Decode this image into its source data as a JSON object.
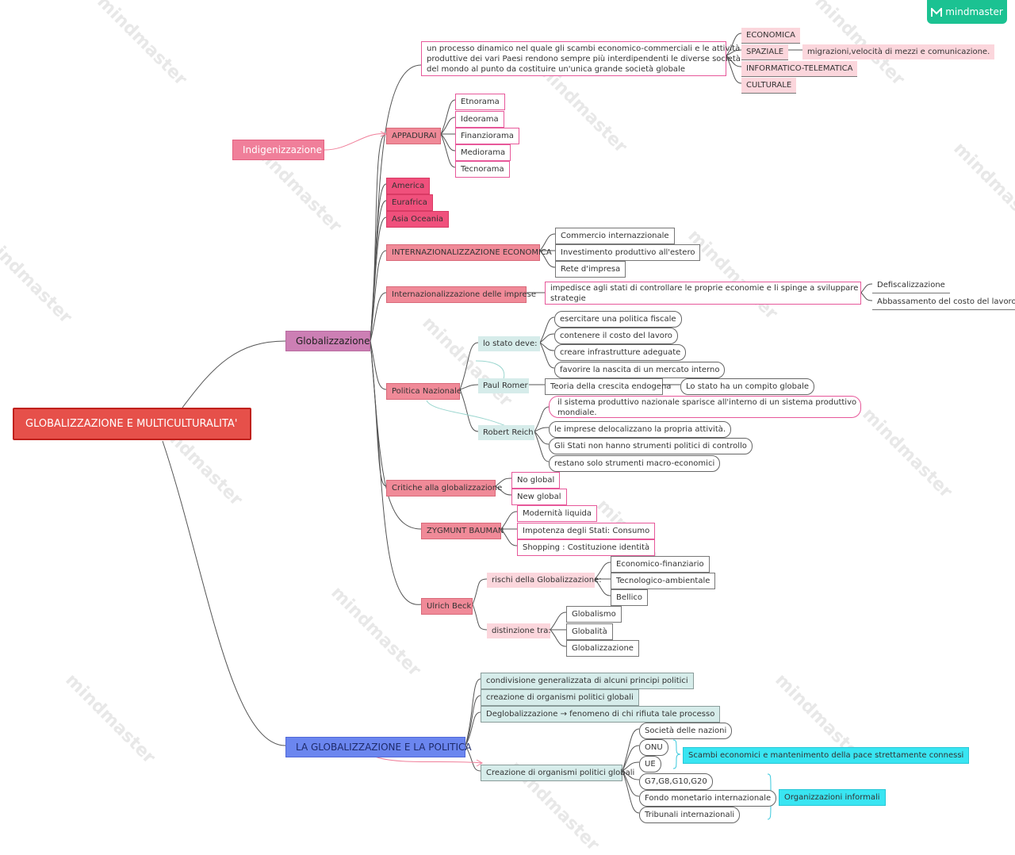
{
  "brand": {
    "name": "mindmaster",
    "accent": "#1bc292"
  },
  "watermark": "mindmaster",
  "root": "GLOBALIZZAZIONE E MULTICULTURALITA'",
  "main": {
    "indigenizzazione": "Indigenizzazione",
    "globalizzazione": "Globalizzazione",
    "politica": "LA GLOBALIZZAZIONE E LA POLITICA"
  },
  "definition": {
    "text_lines": [
      "un processo dinamico nel quale gli scambi economico-commerciali e le attività",
      "produttive dei vari Paesi rendono sempre più interdipendenti le diverse società",
      "del mondo al punto da costituire un'unica grande società globale"
    ],
    "aspects": [
      "ECONOMICA",
      "SPAZIALE",
      "INFORMATICO-TELEMATICA",
      "CULTURALE"
    ],
    "spaziale_note": "migrazioni,velocità di mezzi e comunicazione."
  },
  "appadurai": {
    "label": "APPADURAI",
    "items": [
      "Etnorama",
      "Ideorama",
      "Finanziorama",
      "Mediorama",
      "Tecnorama"
    ]
  },
  "regions": [
    "America",
    "Eurafrica",
    "Asia Oceania"
  ],
  "internazionalizzazione_economica": {
    "label": "INTERNAZIONALIZZAZIONE ECONOMICA",
    "items": [
      "Commercio internazzionale",
      "Investimento produttivo all'estero",
      "Rete d'impresa"
    ]
  },
  "internazionalizzazione_imprese": {
    "label": "Internazionalizzazione delle imprese",
    "effect_lines": [
      "impedisce agli stati di controllare le proprie economie e li spinge a sviluppare",
      "strategie"
    ],
    "results": [
      "Defiscalizzazione",
      "Abbassamento del costo del lavoro"
    ]
  },
  "politica_nazionale": {
    "label": "Politica Nazionale",
    "stato_deve": {
      "label": "lo stato deve:",
      "items": [
        "esercitare una politica fiscale",
        "contenere il costo del lavoro",
        "creare infrastrutture adeguate",
        "favorire la nascita di un mercato interno"
      ]
    },
    "romer": {
      "label": "Paul Romer",
      "theory": "Teoria della crescita endogena",
      "claim": "Lo stato ha un compito globale"
    },
    "reich": {
      "label": "Robert Reich",
      "items": [
        [
          "il sistema produttivo nazionale  sparisce all'interno di un sistema produttivo",
          "mondiale."
        ],
        [
          "le imprese delocalizzano la propria attività."
        ],
        [
          "Gli Stati non hanno strumenti politici di controllo"
        ],
        [
          "restano solo strumenti macro-economici"
        ]
      ]
    }
  },
  "critiche": {
    "label": "Critiche alla globalizzazione",
    "items": [
      "No global",
      "New global"
    ]
  },
  "bauman": {
    "label": "ZYGMUNT BAUMAN",
    "items": [
      "Modernità liquida",
      "Impotenza degli Stati: Consumo",
      "Shopping : Costituzione identità"
    ]
  },
  "beck": {
    "label": "Ulrich Beck",
    "rischi": {
      "label": "rischi della Globalizzazione:",
      "items": [
        "Economico-finanziario",
        "Tecnologico-ambientale",
        "Bellico"
      ]
    },
    "distinzione": {
      "label": "distinzione tra:",
      "items": [
        "Globalismo",
        "Globalità",
        "Globalizzazione"
      ]
    }
  },
  "politica": {
    "items": [
      "condivisione generalizzata di alcuni principi politici",
      "creazione di organismi politici globali",
      "Deglobalizzazione → fenomeno di chi rifiuta tale processo"
    ],
    "organismi": {
      "label": "Creazione di organismi politici globali",
      "items": [
        "Società delle nazioni",
        "ONU",
        "UE",
        "G7,G8,G10,G20",
        "Fondo monetario internazionale",
        "Tribunali internazionali"
      ],
      "note_onu_ue": "Scambi economici e mantenimento della pace strettamente connessi",
      "note_informali": "Organizzazioni informali"
    }
  }
}
